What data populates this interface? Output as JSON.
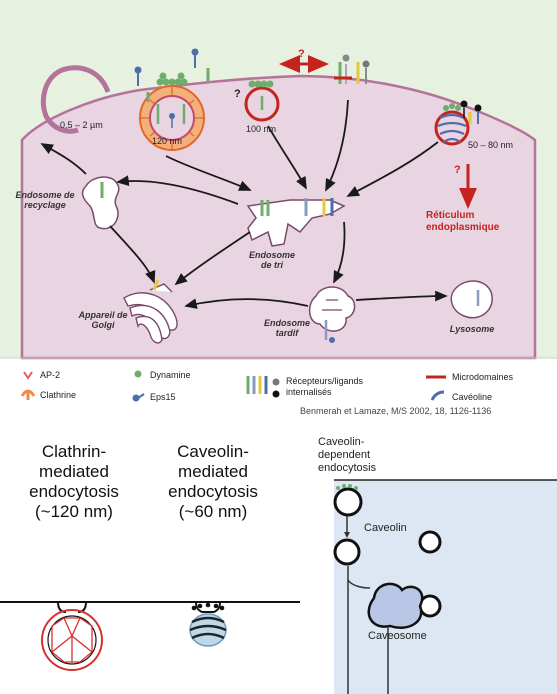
{
  "top": {
    "sizes": {
      "large_vesicle": "0,5 – 2 µm",
      "clathrin_vesicle": "120 nm",
      "dynamin_vesicle": "100 nm",
      "caveola": "50 – 80 nm"
    },
    "question_marks": {
      "q1": "?",
      "q2": "?",
      "q3": "?"
    },
    "compartments": {
      "recycling": "Endosome de recyclage",
      "sorting": "Endosome de tri",
      "golgi": "Appareil de Golgi",
      "late": "Endosome tardif",
      "lysosome": "Lysosome",
      "er": "Réticulum endoplasmique"
    },
    "legend": {
      "ap2": "AP-2",
      "clathrin": "Clathrine",
      "dynamin": "Dynamine",
      "eps15": "Eps15",
      "receptors": "Récepteurs/ligands internalisés",
      "microdomains": "Microdomaines",
      "caveolin": "Cavéoline"
    },
    "citation": "Benmerah et Lamaze, M/S 2002, 18, 1126-1136",
    "colors": {
      "background": "#e7f1df",
      "cytoplasm": "#e9d4e2",
      "membrane": "#b4739a",
      "arrow": "#1a1a1a",
      "red_arrow": "#c4241d",
      "clathrin": "#f08a48",
      "dynamin": "#6fae6a",
      "eps15": "#4e6ea8"
    }
  },
  "bottom": {
    "clathrin_title": "Clathrin-mediated endocytosis (~120 nm)",
    "caveolin_title": "Caveolin-mediated endocytosis (~60 nm)",
    "panel_title": "Caveolin-dependent endocytosis",
    "caveolin_label": "Caveolin",
    "caveosome_label": "Caveosome"
  }
}
